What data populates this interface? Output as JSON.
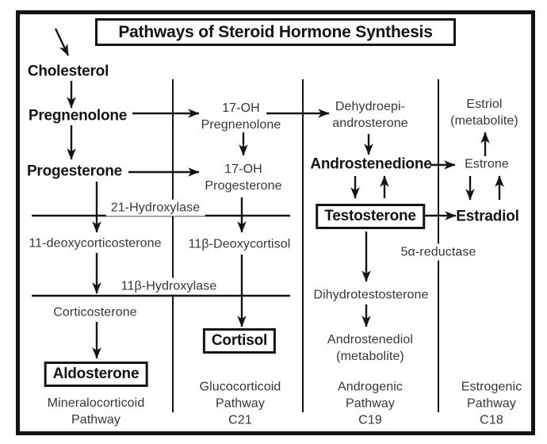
{
  "title": "Pathways of Steroid Hormone Synthesis",
  "colors": {
    "ink": "#141414",
    "background": "#ffffff"
  },
  "nodes": {
    "cholesterol": "Cholesterol",
    "pregnenolone": "Pregnenolone",
    "progesterone": "Progesterone",
    "oh_pregnenolone": "17-OH\nPregnenolone",
    "oh_progesterone": "17-OH\nProgesterone",
    "deoxycorticosterone": "11-deoxycorticosterone",
    "deoxycortisol": "11β-Deoxycortisol",
    "corticosterone": "Corticosterone",
    "aldosterone": "Aldosterone",
    "cortisol": "Cortisol",
    "dehydroepiandrosterone": "Dehydroepi-\nandrosterone",
    "androstenedione": "Androstenedione",
    "testosterone": "Testosterone",
    "dihydrotestosterone": "Dihydrotestosterone",
    "androstenediol": "Androstenediol\n(metabolite)",
    "estriol": "Estriol\n(metabolite)",
    "estrone": "Estrone",
    "estradiol": "Estradiol"
  },
  "enzymes": {
    "hydroxylase21": "21-Hydroxylase",
    "hydroxylase11b": "11β-Hydroxylase",
    "reductase5a": "5α-reductase"
  },
  "pathways": {
    "mineralocorticoid": "Mineralocorticoid\nPathway",
    "glucocorticoid": "Glucocorticoid\nPathway\nC21",
    "androgenic": "Androgenic\nPathway\nC19",
    "estrogenic": "Estrogenic\nPathway\nC18"
  }
}
